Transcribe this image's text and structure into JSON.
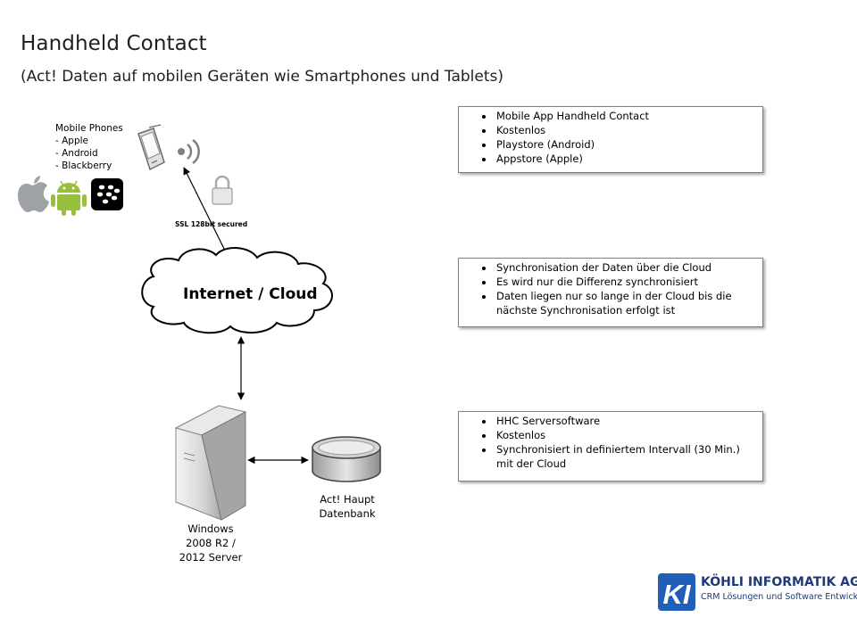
{
  "title": "Handheld Contact",
  "subtitle": "(Act! Daten auf mobilen Geräten wie Smartphones und Tablets)",
  "mobile": {
    "heading": "Mobile Phones",
    "items": [
      "- Apple",
      "- Android",
      "- Blackberry"
    ]
  },
  "ssl_label": "SSL 128bit secured",
  "cloud_label": "Internet / Cloud",
  "server_label": [
    "Windows",
    "2008 R2 /",
    "2012 Server"
  ],
  "db_label": [
    "Act! Haupt",
    "Datenbank"
  ],
  "info_boxes": [
    [
      "Mobile App Handheld Contact",
      "Kostenlos",
      "Playstore (Android)",
      "Appstore (Apple)"
    ],
    [
      "Synchronisation der Daten über die Cloud",
      "Es wird nur die Differenz synchronisiert",
      "Daten liegen nur so lange in der Cloud bis die nächste Synchronisation erfolgt ist"
    ],
    [
      "HHC Serversoftware",
      "Kostenlos",
      "Synchronisiert in definiertem Intervall (30 Min.) mit der Cloud"
    ]
  ],
  "logo": {
    "mark": "KI",
    "name": "KÖHLI INFORMATIK AG",
    "tagline": "CRM Lösungen und Software Entwicklung"
  },
  "colors": {
    "logo_blue": "#1f5fb8",
    "logo_text": "#1e3a78",
    "android_green": "#97c03d"
  }
}
